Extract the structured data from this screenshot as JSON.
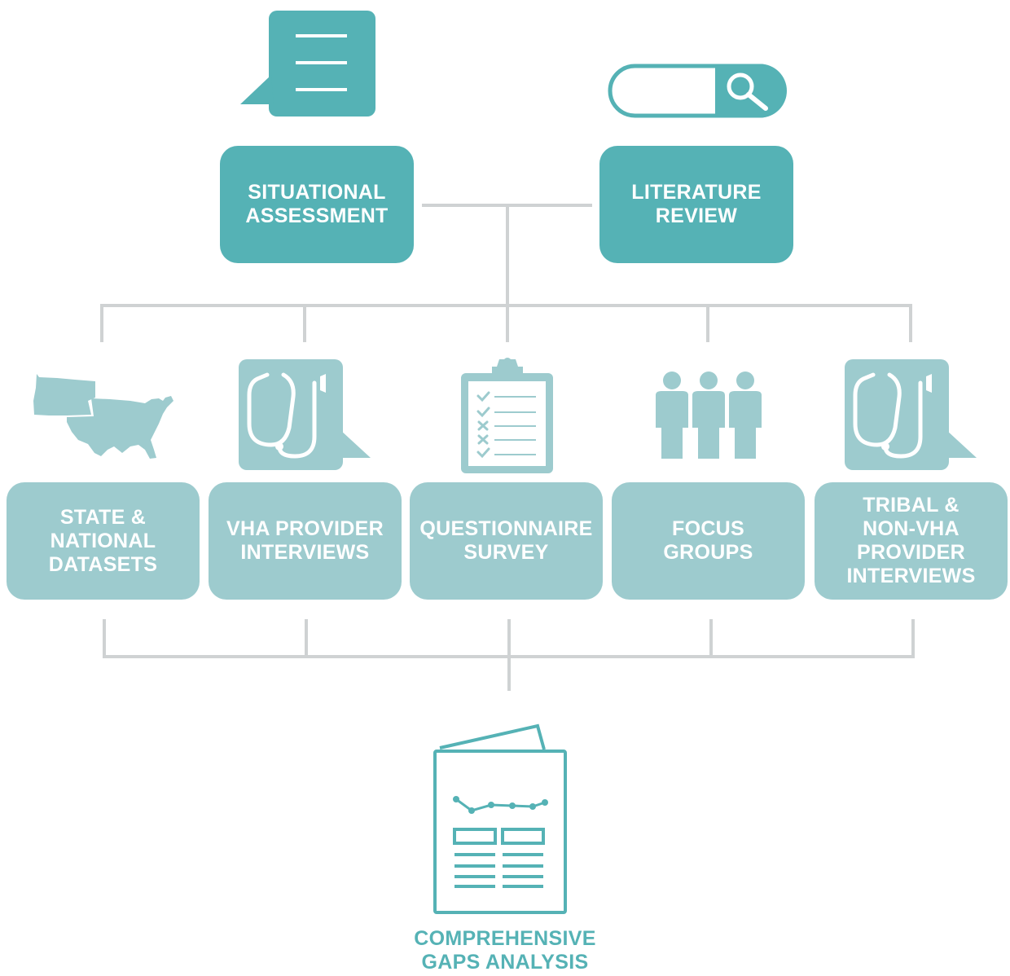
{
  "colors": {
    "primary": "#55b2b5",
    "light": "#9dcbce",
    "connector": "#cfd2d3",
    "text_on_box": "#ffffff"
  },
  "top_boxes": [
    {
      "label": "SITUATIONAL\nASSESSMENT",
      "icon": "speech-bubble-document-icon"
    },
    {
      "label": "LITERATURE\nREVIEW",
      "icon": "search-bar-icon"
    }
  ],
  "middle_boxes": [
    {
      "label": "STATE &\nNATIONAL\nDATASETS",
      "icon": "us-map-icon"
    },
    {
      "label": "VHA PROVIDER\nINTERVIEWS",
      "icon": "stethoscope-bubble-icon"
    },
    {
      "label": "QUESTIONNAIRE\nSURVEY",
      "icon": "clipboard-checklist-icon"
    },
    {
      "label": "FOCUS\nGROUPS",
      "icon": "people-group-icon"
    },
    {
      "label": "TRIBAL &\nNON-VHA\nPROVIDER\nINTERVIEWS",
      "icon": "stethoscope-bubble-icon"
    }
  ],
  "output": {
    "label": "COMPREHENSIVE\nGAPS ANALYSIS",
    "icon": "report-document-icon"
  }
}
